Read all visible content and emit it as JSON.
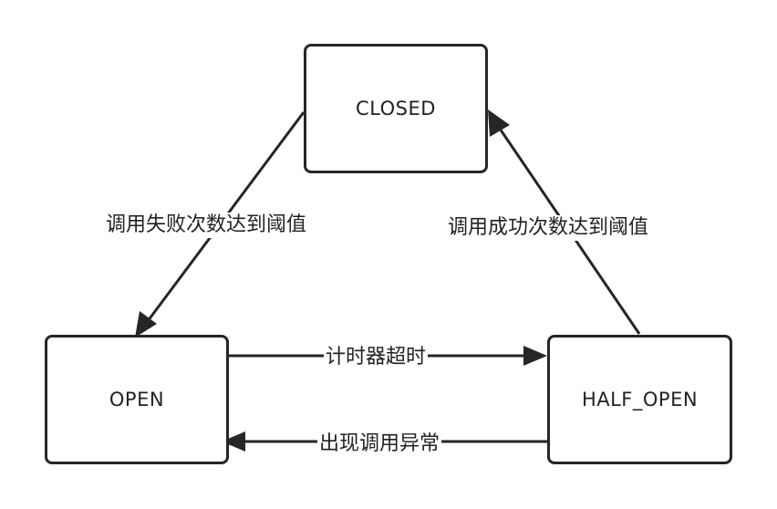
{
  "states": {
    "closed": "CLOSED",
    "open": "OPEN",
    "half_open": "HALF_OPEN"
  },
  "transitions": {
    "closed_to_open": "调用失败次数达到阈值",
    "half_open_to_closed": "调用成功次数达到阈值",
    "open_to_half_open": "计时器超时",
    "half_open_to_open": "出现调用异常"
  },
  "colors": {
    "stroke": "#262626",
    "text": "#222222",
    "background": "#ffffff"
  }
}
